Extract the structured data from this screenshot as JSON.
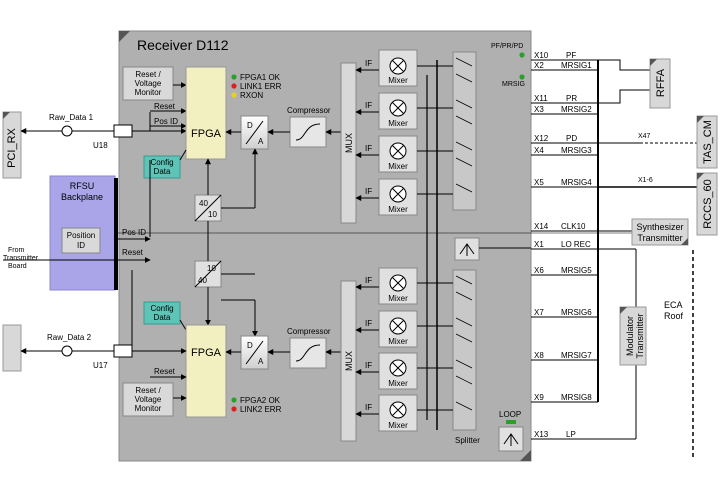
{
  "receiver": {
    "title": "Receiver  D112"
  },
  "left": {
    "pci_rx": "PCI_RX",
    "raw_data_1": "Raw_Data 1",
    "raw_data_2": "Raw_Data 2",
    "u18": "U18",
    "u17": "U17",
    "rfsu_line1": "RFSU",
    "rfsu_line2": "Backplane",
    "position_id_line1": "Position",
    "position_id_line2": "ID",
    "from_line1": "From",
    "from_line2": "Transmitter",
    "from_line3": "Board"
  },
  "top_chain": {
    "reset_voltage_line1": "Reset /",
    "reset_voltage_line2": "Voltage",
    "reset_voltage_line3": "Monitor",
    "reset": "Reset",
    "pos_id": "Pos ID",
    "fpga": "FPGA",
    "config_line1": "Config",
    "config_line2": "Data",
    "leds": [
      "FPGA1 OK",
      "LINK1 ERR",
      "RXON"
    ],
    "led_colors": [
      "#2aa02a",
      "#e02020",
      "#e8d020"
    ],
    "compressor": "Compressor",
    "da_d": "D",
    "da_a": "A"
  },
  "bottom_chain": {
    "reset_voltage_line1": "Reset /",
    "reset_voltage_line2": "Voltage",
    "reset_voltage_line3": "Monitor",
    "reset": "Reset",
    "fpga": "FPGA",
    "config_line1": "Config",
    "config_line2": "Data",
    "leds": [
      "FPGA2 OK",
      "LINK2 ERR"
    ],
    "led_colors": [
      "#2aa02a",
      "#e02020"
    ],
    "compressor": "Compressor",
    "da_d": "D",
    "da_a": "A"
  },
  "center": {
    "pos_id": "Pos ID",
    "reset": "Reset",
    "div_top_1": "40",
    "div_top_2": "10",
    "div_bottom_1": "10",
    "div_bottom_2": "40",
    "mux": "MUX",
    "if_label": "IF",
    "mixer_label": "Mixer",
    "splitter": "Splitter",
    "loop": "LOOP",
    "pf_pr_pd": "PF/PR/PD",
    "mrsig": "MRSIG"
  },
  "connectors": [
    {
      "x": "X10",
      "sig": "PF"
    },
    {
      "x": "X2",
      "sig": "MRSIG1"
    },
    {
      "x": "X11",
      "sig": "PR"
    },
    {
      "x": "X3",
      "sig": "MRSIG2"
    },
    {
      "x": "X12",
      "sig": "PD"
    },
    {
      "x": "X4",
      "sig": "MRSIG3"
    },
    {
      "x": "X5",
      "sig": "MRSIG4"
    },
    {
      "x": "X14",
      "sig": "CLK10"
    },
    {
      "x": "X1",
      "sig": "LO REC"
    },
    {
      "x": "X6",
      "sig": "MRSIG5"
    },
    {
      "x": "X7",
      "sig": "MRSIG6"
    },
    {
      "x": "X8",
      "sig": "MRSIG7"
    },
    {
      "x": "X9",
      "sig": "MRSIG8"
    },
    {
      "x": "X13",
      "sig": "LP"
    }
  ],
  "right": {
    "rffa": "RFFA",
    "tas_cm": "TAS_CM",
    "rccs_60": "RCCS_60",
    "x47": "X47",
    "x1_6": "X1-6",
    "synth_line1": "Synthesizer",
    "synth_line2": "Transmitter",
    "modulator_line1": "Modulator",
    "modulator_line2": "Transmitter",
    "eca_line1": "ECA",
    "eca_line2": "Roof"
  }
}
